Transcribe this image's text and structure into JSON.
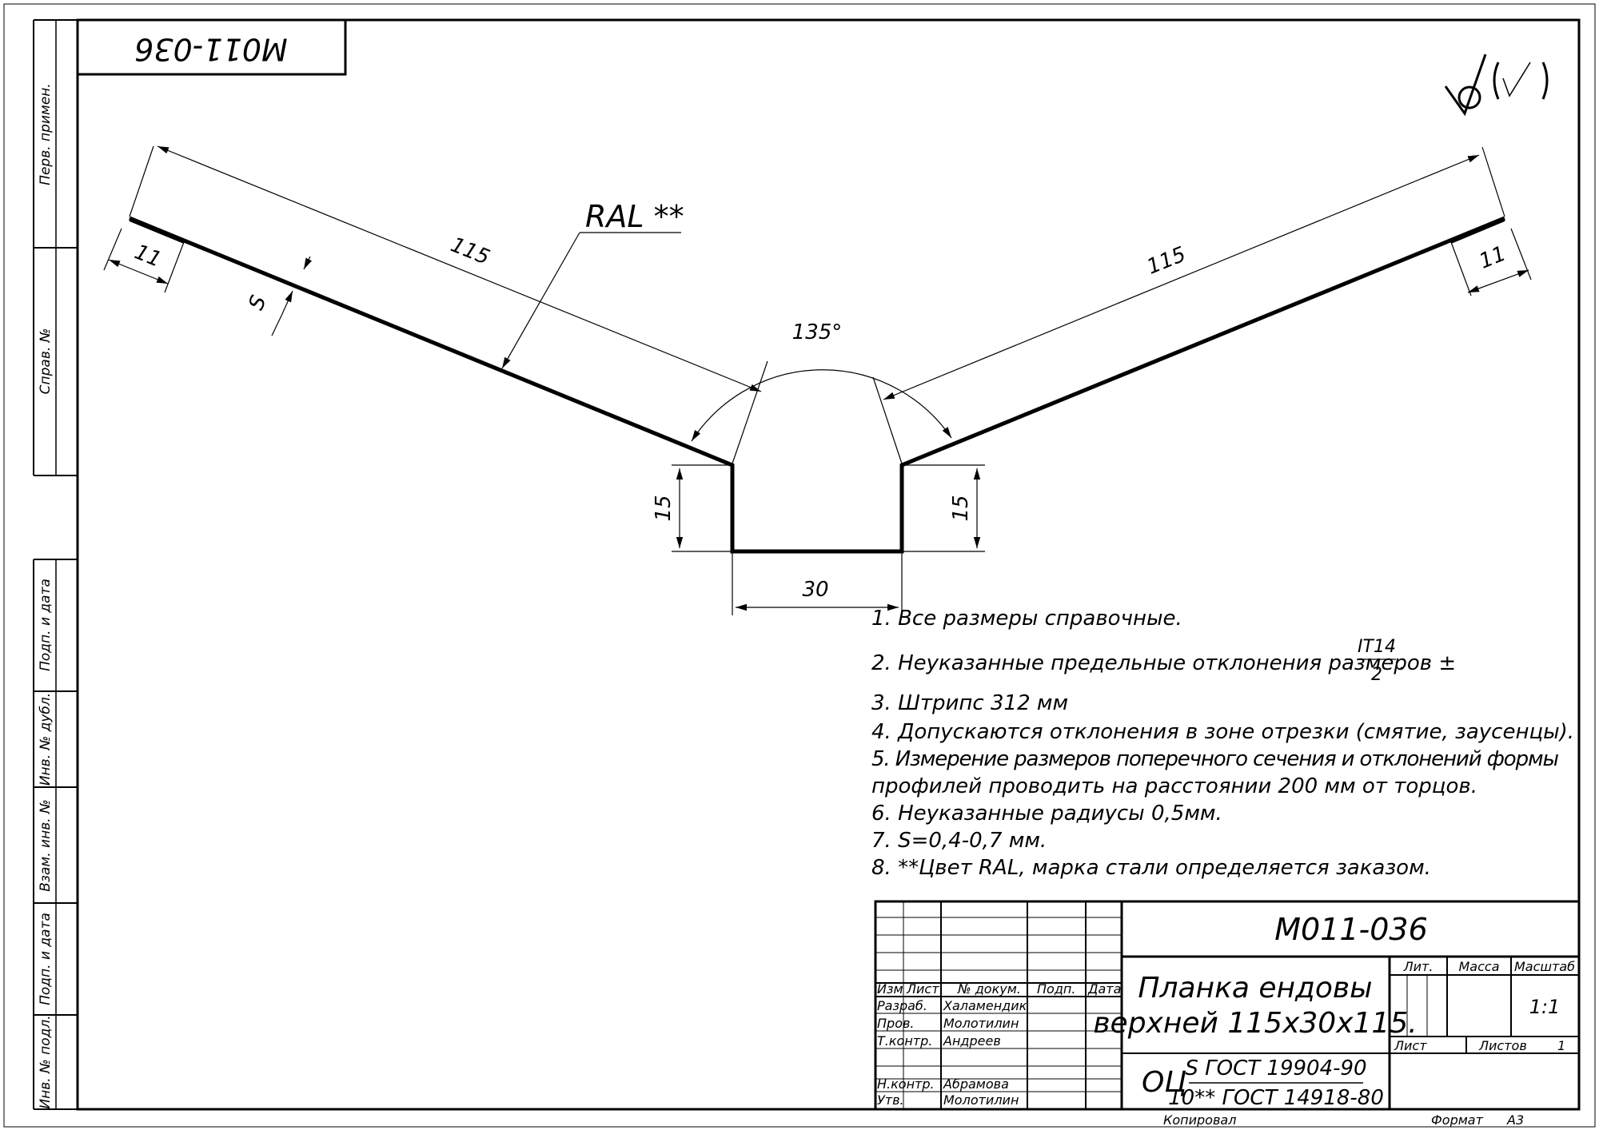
{
  "document": {
    "code_stamp": "М011-036",
    "roughness_symbol": "√(√)",
    "side_labels": [
      "Перв. примен.",
      "Справ. №",
      "Подп. и дата",
      "Инв. № дубл.",
      "Взам. инв. №",
      "Подп. и дата",
      "Инв. № подл."
    ],
    "dimensions": {
      "left_flange": "115",
      "right_flange": "115",
      "left_hem": "11",
      "right_hem": "11",
      "thickness": "S",
      "angle": "135°",
      "left_depth": "15",
      "right_depth": "15",
      "bottom_width": "30",
      "color_callout": "RAL **"
    },
    "notes": {
      "n1": "1. Все размеры справочные.",
      "n2": "2. Неуказанные предельные отклонения размеров ±",
      "n2_num": "IT14",
      "n2_den": "2",
      "n2_tail": ".",
      "n3": "3. Штрипс 312 мм",
      "n4": "4. Допускаются отклонения в зоне отрезки (смятие, заусенцы).",
      "n5a": "5. Измерение размеров поперечного сечения и отклонений формы",
      "n5b": "профилей проводить на расстоянии 200 мм от торцов.",
      "n6": "6. Неуказанные радиусы 0,5мм.",
      "n7": "7. S=0,4-0,7 мм.",
      "n8": "8. **Цвет RAL, марка стали определяется заказом."
    },
    "title_block": {
      "doc_number": "М011-036",
      "title_line1": "Планка ендовы",
      "title_line2": "верхней 115х30х115.",
      "headers": {
        "izm": "Изм",
        "list": "Лист",
        "ndokum": "№ докум.",
        "podp": "Подп.",
        "data": "Дата",
        "lit": "Лит.",
        "massa": "Масса",
        "masshtab": "Масштаб",
        "list2": "Лист",
        "listov": "Листов"
      },
      "roles": [
        {
          "role": "Разраб.",
          "name": "Халамендик"
        },
        {
          "role": "Пров.",
          "name": "Молотилин"
        },
        {
          "role": "Т.контр.",
          "name": "Андреев"
        },
        {
          "role": "Н.контр.",
          "name": "Абрамова"
        },
        {
          "role": "Утв.",
          "name": "Молотилин"
        }
      ],
      "scale": "1:1",
      "sheets_total": "1",
      "material_prefix": "ОЦ",
      "material_top": "S ГОСТ 19904-90",
      "material_bottom": "10** ГОСТ 14918-80",
      "copied": "Копировал",
      "format_label": "Формат",
      "format_value": "А3"
    }
  }
}
